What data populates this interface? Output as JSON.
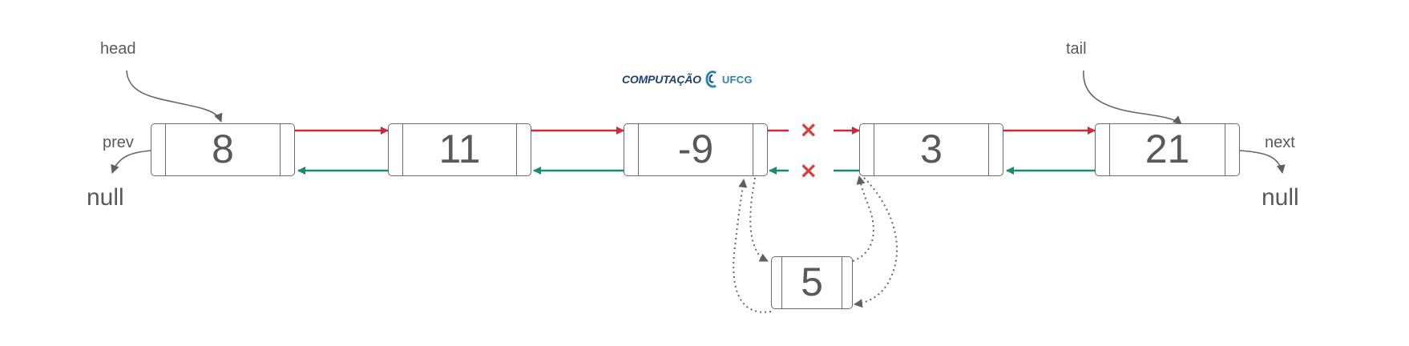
{
  "logo": {
    "left_text": "COMPUTAÇÃO",
    "right_text": "UFCG",
    "colors": {
      "left": "#1f3f7a",
      "right": "#2a83b8"
    }
  },
  "pointers": {
    "head": "head",
    "tail": "tail",
    "prev": "prev",
    "next": "next",
    "null_left": "null",
    "null_right": "null"
  },
  "nodes": [
    {
      "value": "8"
    },
    {
      "value": "11"
    },
    {
      "value": "-9"
    },
    {
      "value": "3"
    },
    {
      "value": "21"
    }
  ],
  "new_node": {
    "value": "5"
  },
  "removed_links": [
    "×",
    "×"
  ],
  "colors": {
    "next_arrow": "#cc2a3a",
    "prev_arrow": "#1a8a72",
    "new_links": "#666666",
    "remove_mark": "#e23a3a",
    "node_border": "#6b6b6b",
    "text": "#595959"
  }
}
